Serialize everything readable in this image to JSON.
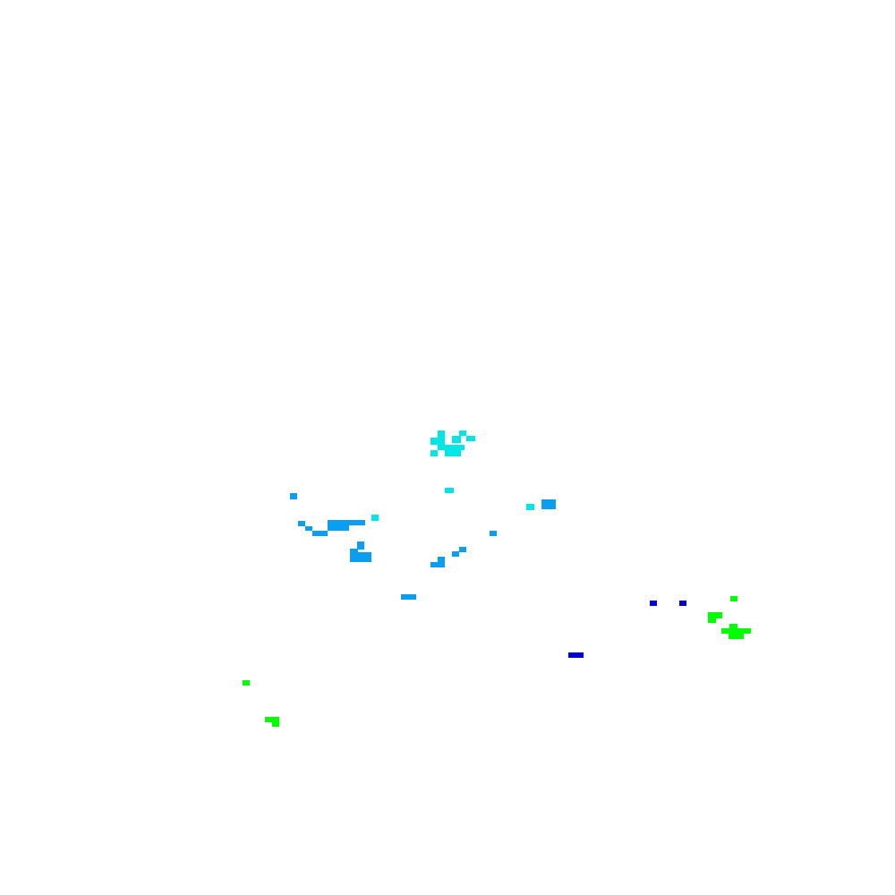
{
  "background_color": "#ffffff",
  "palette": {
    "cyan": "#00e5e5",
    "sky_blue": "#0a9ef0",
    "green": "#00ff00",
    "blue": "#0000dd"
  },
  "clusters": [
    {
      "name": "cyan-cluster",
      "color_key": "cyan"
    },
    {
      "name": "sky-blue-cluster",
      "color_key": "sky_blue"
    },
    {
      "name": "green-cluster",
      "color_key": "green"
    },
    {
      "name": "blue-cluster",
      "color_key": "blue"
    }
  ]
}
